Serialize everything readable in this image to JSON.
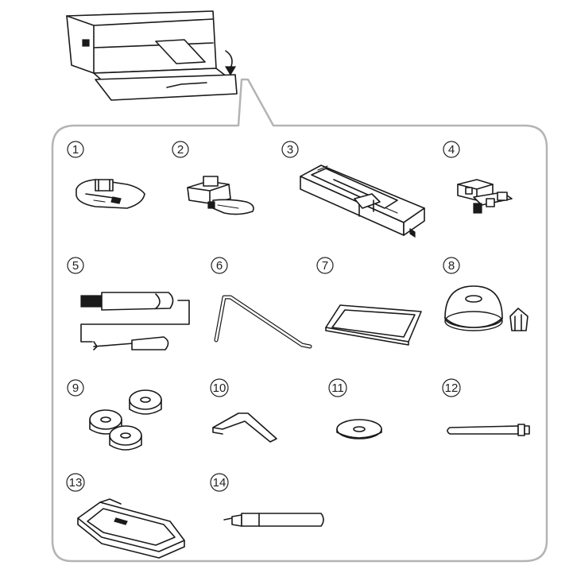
{
  "colors": {
    "frame": "#b4b4b4",
    "ink": "#1a1a1a",
    "background": "#ffffff"
  },
  "accessories": [
    {
      "number": "1"
    },
    {
      "number": "2"
    },
    {
      "number": "3"
    },
    {
      "number": "4"
    },
    {
      "number": "5"
    },
    {
      "number": "6"
    },
    {
      "number": "7"
    },
    {
      "number": "8"
    },
    {
      "number": "9"
    },
    {
      "number": "10"
    },
    {
      "number": "11"
    },
    {
      "number": "12"
    },
    {
      "number": "13"
    },
    {
      "number": "14"
    }
  ]
}
